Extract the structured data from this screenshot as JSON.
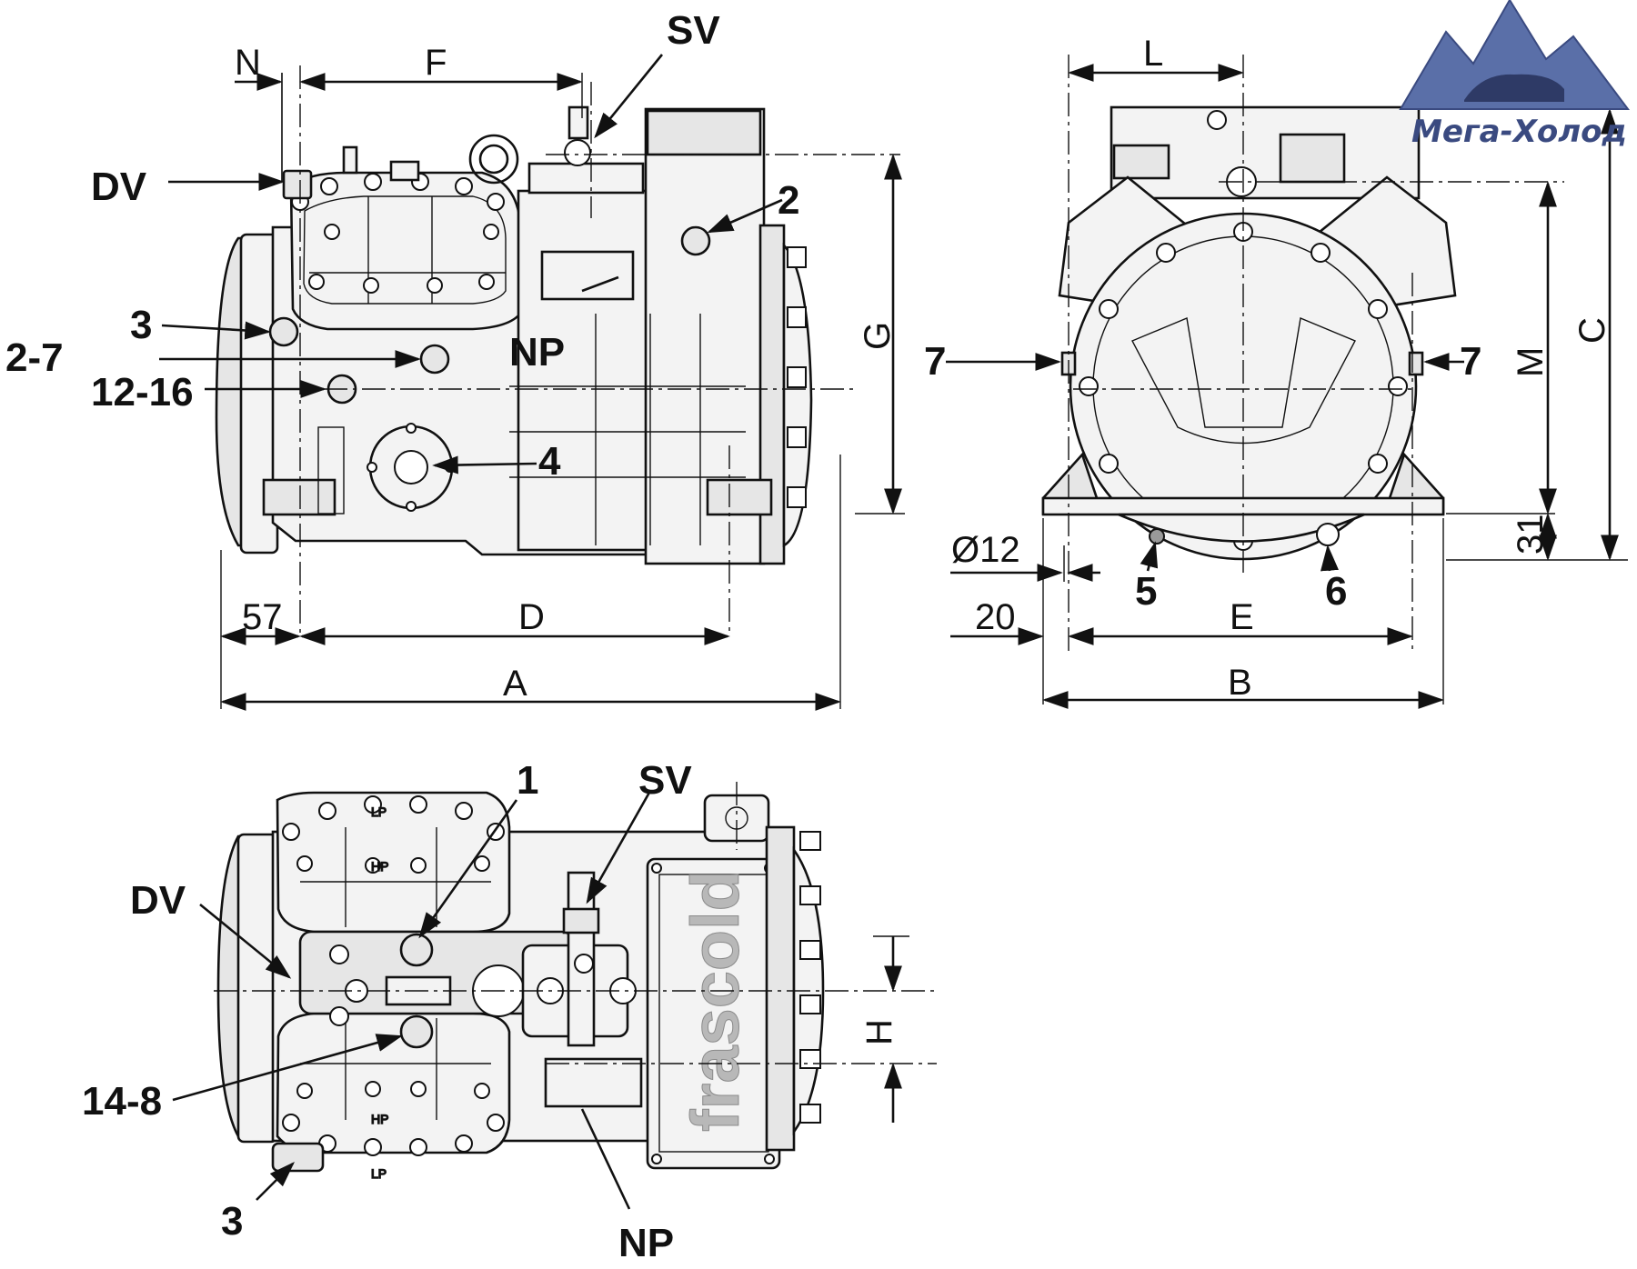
{
  "brand": {
    "logo_text": "Мега-Холод",
    "casing_text": "frascold"
  },
  "side_view": {
    "labels": {
      "sv": "SV",
      "dv": "DV",
      "port_2": "2",
      "port_3": "3",
      "port_2_7": "2-7",
      "port_12_16": "12-16",
      "np": "NP",
      "port_4": "4"
    },
    "dims": {
      "n": "N",
      "f": "F",
      "g": "G",
      "d57": "57",
      "d": "D",
      "a": "A"
    }
  },
  "end_view": {
    "labels": {
      "port_7_left": "7",
      "port_7_right": "7",
      "port_5": "5",
      "port_6": "6"
    },
    "dims": {
      "l": "L",
      "m": "M",
      "c": "C",
      "d31": "31",
      "d12": "Ø12",
      "d20": "20",
      "e": "E",
      "b": "B"
    }
  },
  "top_view": {
    "labels": {
      "port_1": "1",
      "sv": "SV",
      "dv": "DV",
      "port_14_8": "14-8",
      "port_3": "3",
      "np": "NP"
    },
    "dims": {
      "h": "H"
    },
    "head_marks": {
      "lp": "LP",
      "hp": "HP"
    }
  }
}
